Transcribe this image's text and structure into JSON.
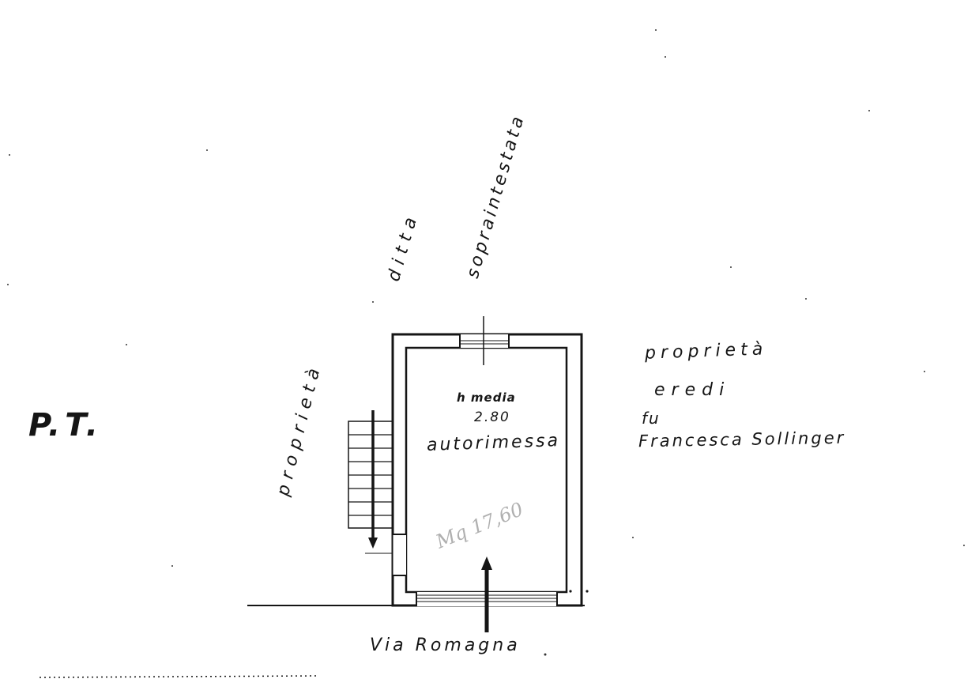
{
  "sheet": {
    "floor_code": "P.T."
  },
  "labels": {
    "left_owner": "proprietà",
    "company": "ditta",
    "owner_name": "sopraintestata",
    "right_owner_1": "proprietà",
    "right_owner_2": "eredi",
    "right_owner_3": "fu",
    "right_owner_4": "Francesca Sollinger",
    "street": "Via Romagna"
  },
  "room": {
    "height_label": "h media",
    "height_value": "2.80",
    "name": "autorimessa",
    "area_note": "Mq 17,60"
  },
  "colors": {
    "ink": "#151515",
    "paper": "#ffffff"
  }
}
